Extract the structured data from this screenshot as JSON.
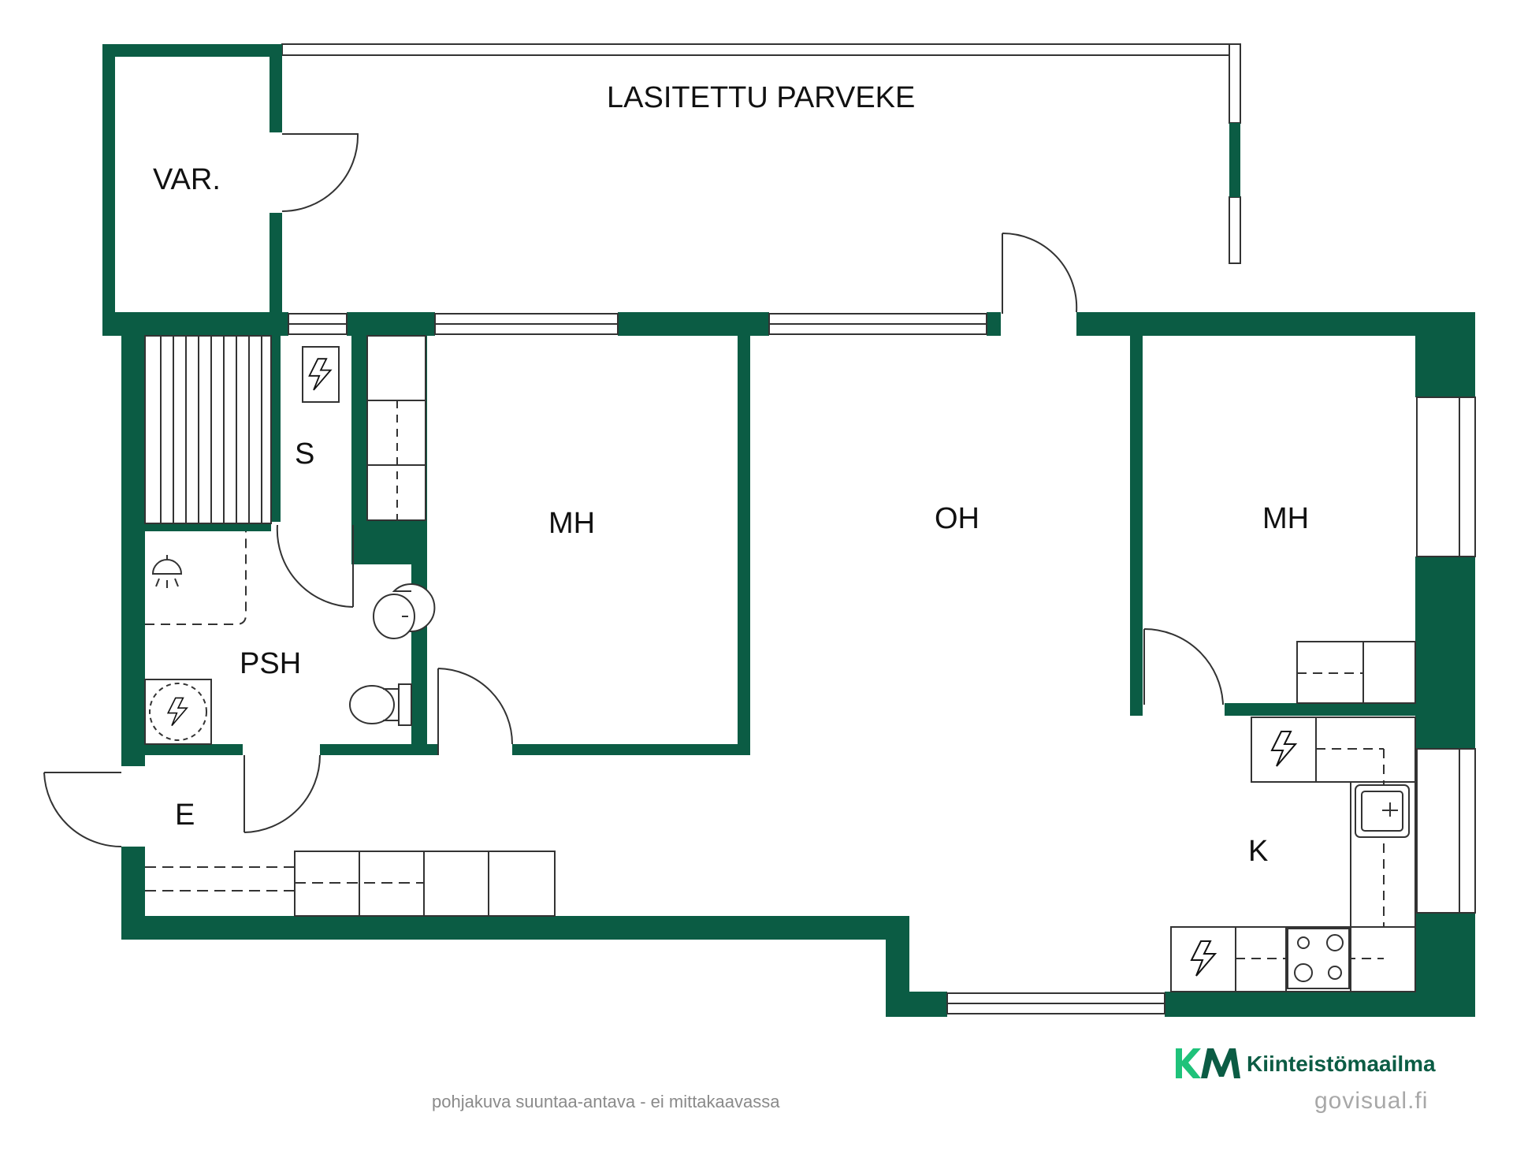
{
  "rooms": {
    "balcony": "LASITETTU PARVEKE",
    "storage": "VAR.",
    "sauna": "S",
    "bathroom": "PSH",
    "bedroom_left": "MH",
    "living_room": "OH",
    "bedroom_right": "MH",
    "entrance": "E",
    "kitchen": "K"
  },
  "footer": {
    "note": "pohjakuva suuntaa-antava - ei mittakaavassa",
    "credit": "govisual.fi"
  },
  "brand": {
    "logo_text": "KM",
    "name": "Kiinteistömaailma"
  },
  "colors": {
    "wall": "#0b5c44",
    "logo_green": "#1fc27a",
    "logo_dark": "#0b5c44"
  },
  "icons": [
    "electric-heater-icon",
    "shower-icon",
    "sink-icon",
    "toilet-icon",
    "floor-drain-icon",
    "stove-icon"
  ]
}
